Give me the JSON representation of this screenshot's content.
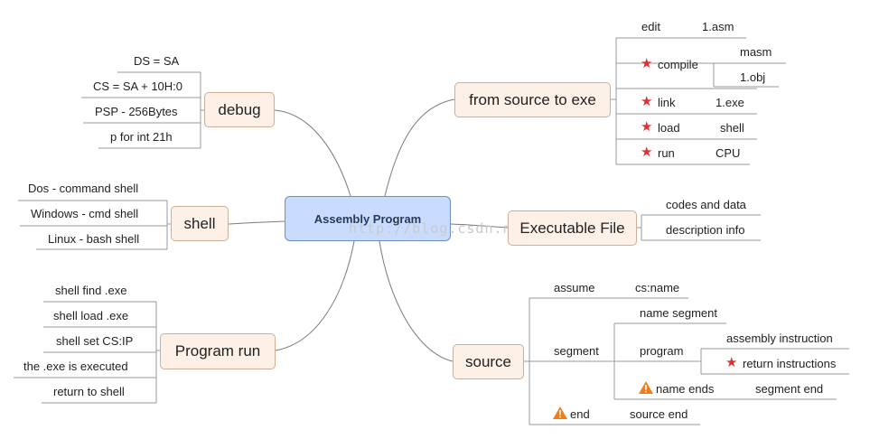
{
  "center": "Assembly Program",
  "watermark": "http://blog.csdn.ne",
  "debug": {
    "label": "debug",
    "items": [
      "DS = SA",
      "CS = SA + 10H:0",
      "PSP - 256Bytes",
      "p for int 21h"
    ]
  },
  "shell": {
    "label": "shell",
    "items": [
      "Dos - command shell",
      "Windows - cmd shell",
      "Linux - bash shell"
    ]
  },
  "program_run": {
    "label": "Program run",
    "items": [
      "shell find .exe",
      "shell load .exe",
      "shell set CS:IP",
      "the .exe is executed",
      "return to shell"
    ]
  },
  "from_source": {
    "label": "from source to exe",
    "edit": "edit",
    "edit_val": "1.asm",
    "compile": "compile",
    "compile_vals": [
      "masm",
      "1.obj"
    ],
    "link": "link",
    "link_val": "1.exe",
    "load": "load",
    "load_val": "shell",
    "run": "run",
    "run_val": "CPU"
  },
  "executable": {
    "label": "Executable File",
    "items": [
      "codes and data",
      "description info"
    ]
  },
  "source": {
    "label": "source",
    "assume": "assume",
    "assume_val": "cs:name",
    "segment": "segment",
    "name_segment": "name segment",
    "program": "program",
    "program_items": [
      "assembly instruction",
      "return instructions"
    ],
    "name_ends": "name ends",
    "segment_end": "segment end",
    "end": "end",
    "source_end": "source end"
  },
  "icons": {
    "priority": "red-star-icon",
    "warning": "orange-warning-icon"
  },
  "colors": {
    "center_fill": "#c9dcff",
    "topic_fill": "#fdf0e6",
    "star": "#e03131",
    "warning": "#f07d1a"
  }
}
